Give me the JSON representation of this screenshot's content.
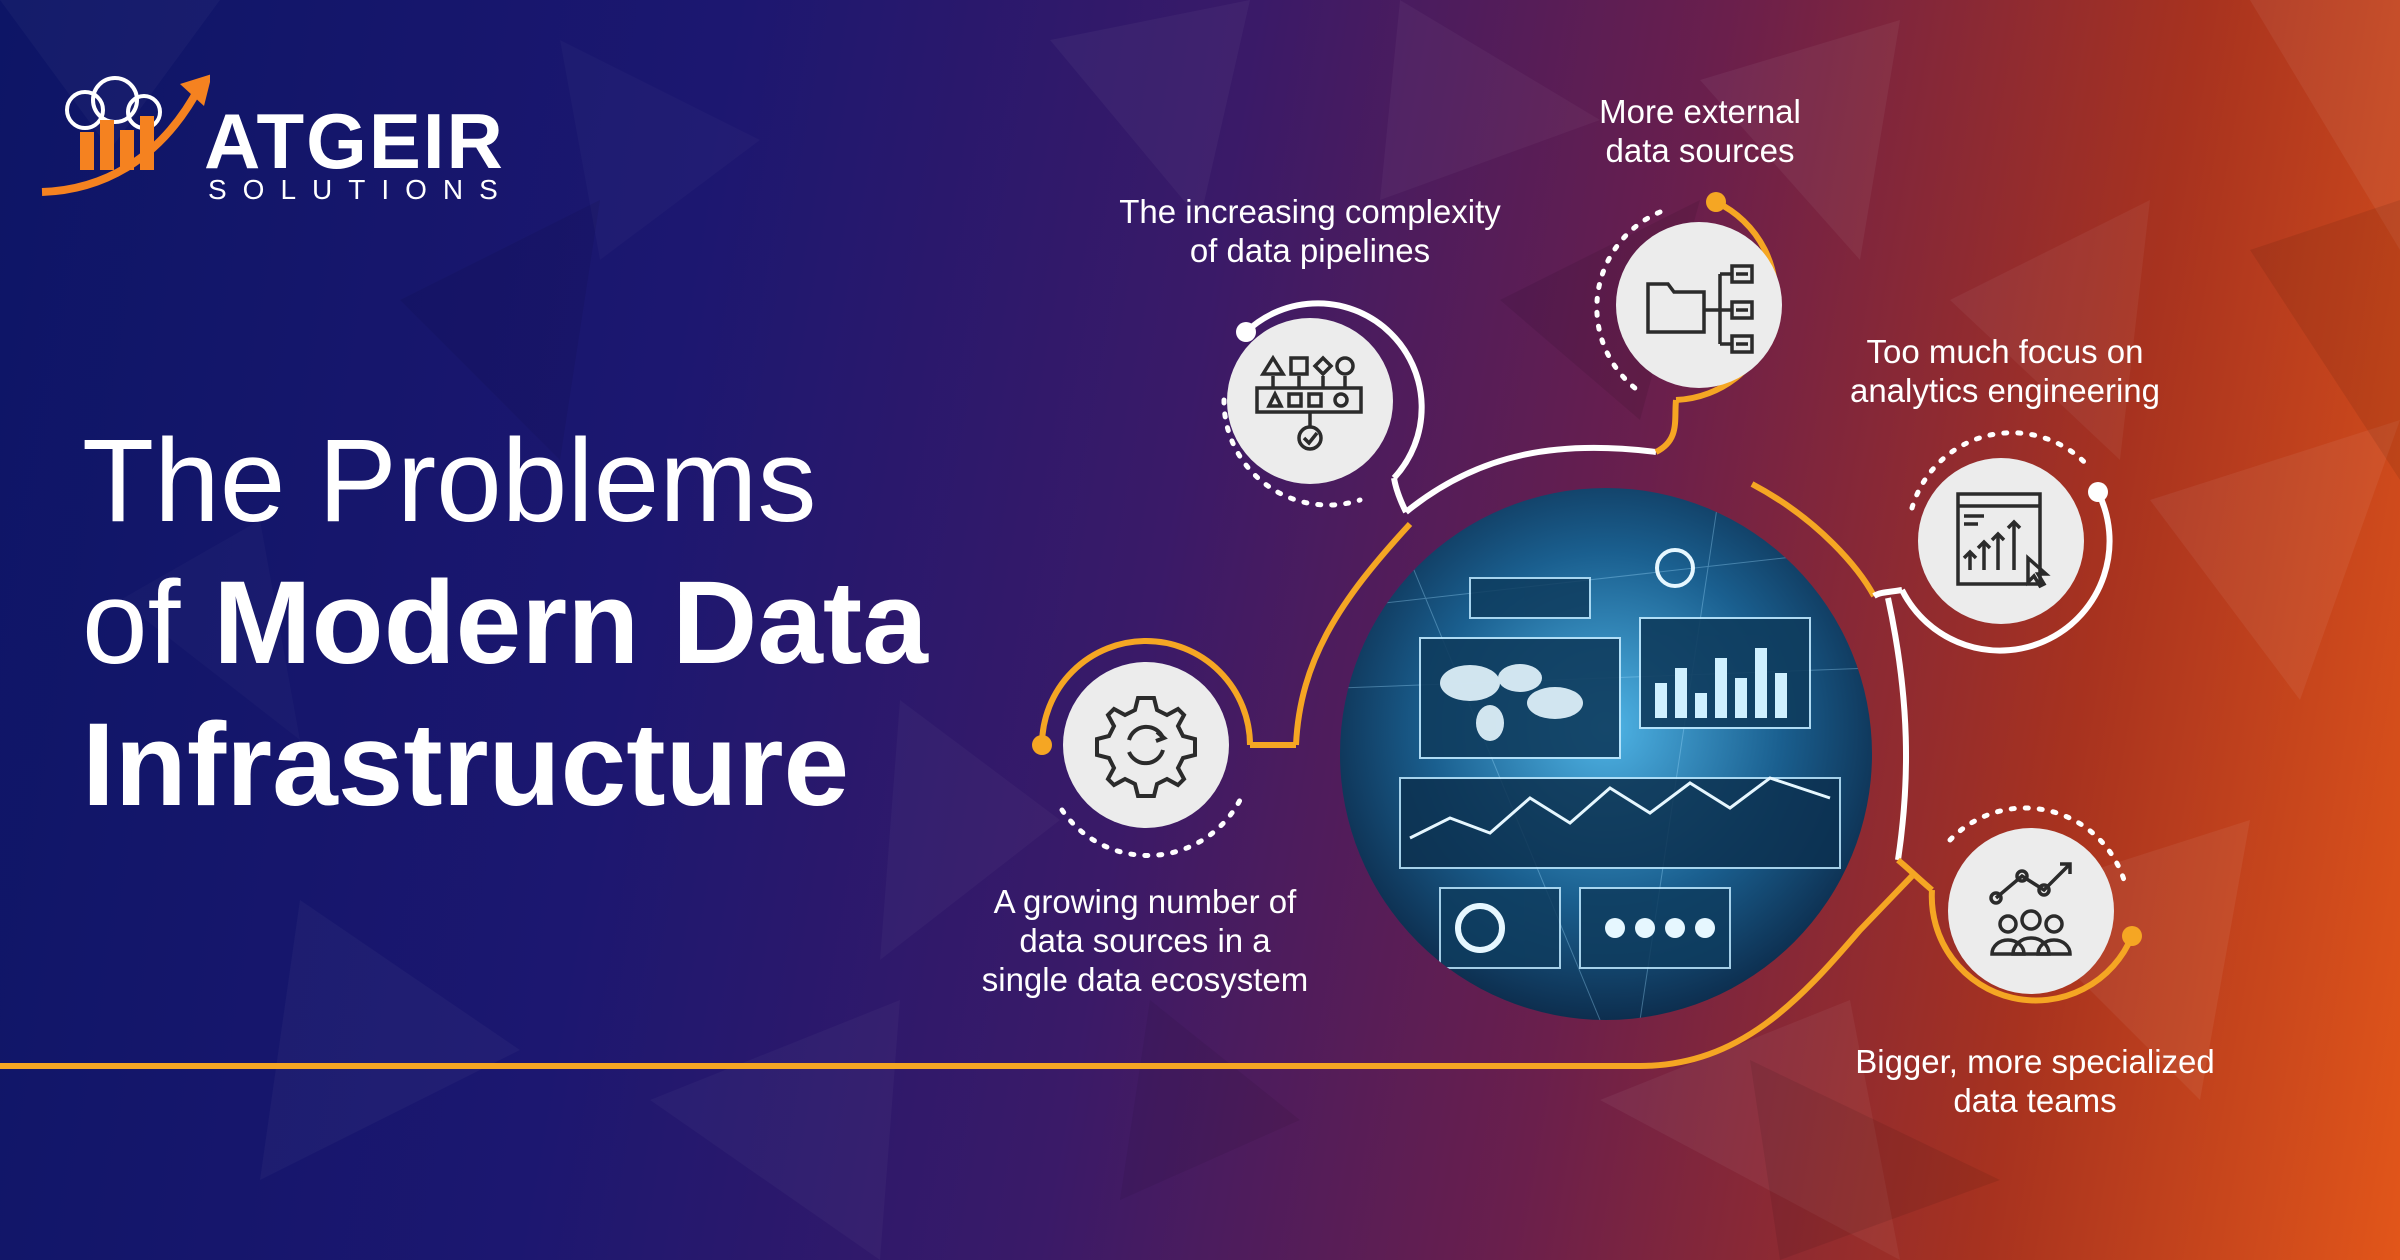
{
  "logo": {
    "wordmark": "ATGEIR",
    "subtitle": "SOLUTIONS",
    "icon": "rising-bar-chart-arrow-logo-icon"
  },
  "headline": {
    "line1": "The Problems",
    "line2_light": "of",
    "line2_bold": "Modern Data",
    "line3": "Infrastructure"
  },
  "problems": [
    {
      "id": "growing-sources",
      "line1": "A growing number of",
      "line2": "data sources in a",
      "line3": "single data ecosystem",
      "icon": "gear-refresh-icon"
    },
    {
      "id": "pipeline-complexity",
      "line1": "The increasing complexity",
      "line2": "of data pipelines",
      "icon": "workflow-shapes-icon"
    },
    {
      "id": "external-sources",
      "line1": "More external",
      "line2": "data sources",
      "icon": "folder-hierarchy-icon"
    },
    {
      "id": "analytics-focus",
      "line1": "Too much focus on",
      "line2": "analytics engineering",
      "icon": "analytics-dashboard-icon"
    },
    {
      "id": "specialized-teams",
      "line1": "Bigger, more specialized",
      "line2": "data teams",
      "icon": "team-growth-chart-icon"
    }
  ],
  "center_image": "data-dashboard-photo",
  "colors": {
    "bg_left": "#0d1566",
    "bg_mid": "#3a1a68",
    "bg_right": "#e2561a",
    "accent_orange": "#f5a623",
    "connector_white": "#ffffff",
    "icon_bg": "#ececec",
    "icon_stroke": "#2b2b2b"
  }
}
